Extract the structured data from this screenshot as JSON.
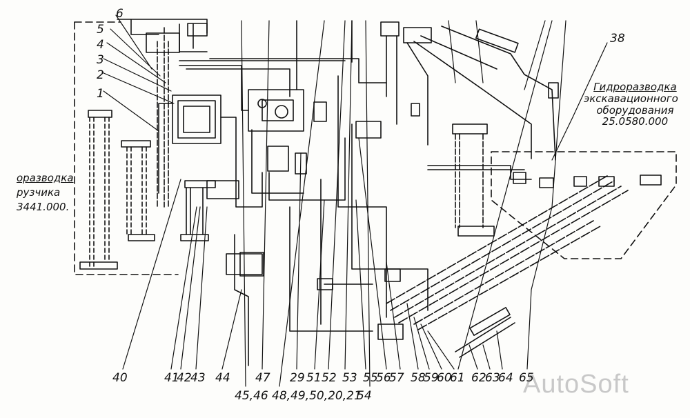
{
  "title_labels": {
    "right_caption": [
      "Гидроразводка",
      "экскавационного",
      "оборудования",
      "25.0580.000"
    ],
    "left_caption": [
      "оразводка",
      "рузчика",
      "3441.000."
    ],
    "watermark": "AutoSoft"
  },
  "callouts": {
    "top_left": [
      "6",
      "5",
      "4",
      "3",
      "2",
      "1"
    ],
    "top_right": "38",
    "bottom": [
      "40",
      "41",
      "42",
      "43",
      "44",
      "45,46",
      "47",
      "48,49,50,20,21",
      "29",
      "51",
      "52",
      "53",
      "54",
      "55",
      "56",
      "57",
      "58",
      "59",
      "60",
      "61",
      "62",
      "63",
      "64",
      "65"
    ]
  },
  "colors": {
    "ink": "#111111",
    "paper": "#fdfdfb",
    "watermark": "#c8c8c8"
  }
}
